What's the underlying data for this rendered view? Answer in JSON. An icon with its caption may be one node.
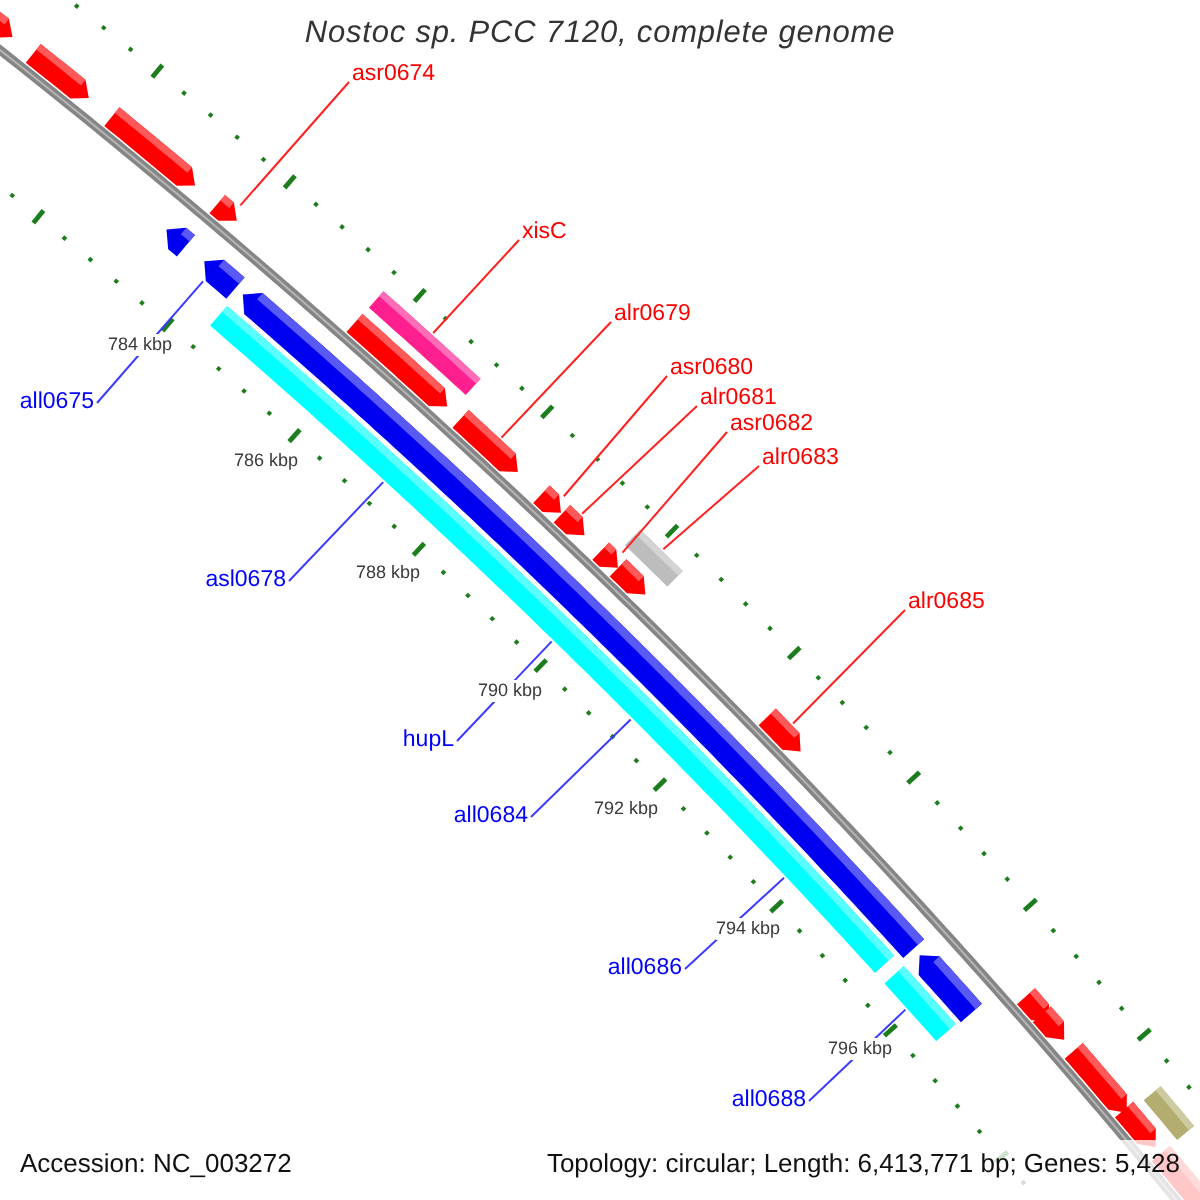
{
  "diagram": {
    "title": "Nostoc sp. PCC 7120, complete genome",
    "nodes": [
      {
        "text": [
          "asr0674"
        ]
      },
      {
        "text": [
          "xisC"
        ]
      },
      {
        "text": [
          "alr0679"
        ]
      },
      {
        "text": [
          "asr0680"
        ]
      },
      {
        "text": [
          "alr0681"
        ]
      },
      {
        "text": [
          "asr0682"
        ]
      },
      {
        "text": [
          "alr0683"
        ]
      },
      {
        "text": [
          "alr0685"
        ]
      },
      {
        "text": [
          "all0675"
        ]
      },
      {
        "text": [
          "asl0678"
        ]
      },
      {
        "text": [
          "hupL"
        ]
      },
      {
        "text": [
          "all0684"
        ]
      },
      {
        "text": [
          "all0686"
        ]
      },
      {
        "text": [
          "all0688"
        ]
      },
      {
        "text": [],
        "shape": "arrow"
      },
      {
        "text": [],
        "shape": "arrow"
      },
      {
        "text": [],
        "shape": "arrow"
      },
      {
        "text": [],
        "shape": "arrow"
      },
      {
        "text": [],
        "shape": "arrow"
      },
      {
        "text": [],
        "shape": "arrow"
      },
      {
        "text": [],
        "shape": "arrow"
      },
      {
        "text": [],
        "shape": "bar"
      },
      {
        "text": [],
        "shape": "bar"
      },
      {
        "text": [],
        "shape": "arrow"
      },
      {
        "text": [],
        "shape": "arrow"
      },
      {
        "text": [],
        "shape": "arrow"
      },
      {
        "text": [],
        "shape": "arrow"
      },
      {
        "text": [],
        "shape": "arrow"
      },
      {
        "text": [],
        "shape": "bar"
      },
      {
        "text": [],
        "shape": "arrow"
      },
      {
        "text": [],
        "shape": "arrow"
      },
      {
        "text": [],
        "shape": "bar"
      },
      {
        "text": [],
        "shape": "arrow"
      },
      {
        "text": [],
        "shape": "arrow"
      },
      {
        "text": [],
        "shape": "arrow"
      },
      {
        "text": [],
        "shape": "arrow"
      },
      {
        "text": [],
        "shape": "bar"
      },
      {
        "text": [],
        "shape": "arrow"
      },
      {
        "text": [],
        "shape": "arrow"
      }
    ],
    "edges": [
      {
        "from": 0,
        "to": 18,
        "arrow": "none"
      },
      {
        "from": 1,
        "to": 22,
        "arrow": "none"
      },
      {
        "from": 2,
        "to": 24,
        "arrow": "none"
      },
      {
        "from": 3,
        "to": 25,
        "arrow": "none"
      },
      {
        "from": 4,
        "to": 26,
        "arrow": "none"
      },
      {
        "from": 5,
        "to": 27,
        "arrow": "none"
      },
      {
        "from": 6,
        "to": 28,
        "arrow": "none"
      },
      {
        "from": 7,
        "to": 30,
        "arrow": "none"
      },
      {
        "from": 8,
        "to": 19,
        "arrow": "none",
        "color": "#3b3bff"
      },
      {
        "from": 9,
        "to": 21,
        "arrow": "none",
        "color": "#3b3bff"
      },
      {
        "from": 10,
        "to": 21,
        "arrow": "none",
        "color": "#3b3bff"
      },
      {
        "from": 11,
        "to": 21,
        "arrow": "none",
        "color": "#3b3bff"
      },
      {
        "from": 12,
        "to": 21,
        "arrow": "none",
        "color": "#3b3bff"
      },
      {
        "from": 13,
        "to": 31,
        "arrow": "none",
        "color": "#3b3bff"
      }
    ],
    "labels": [
      "784 kbp",
      "786 kbp",
      "788 kbp",
      "790 kbp",
      "792 kbp",
      "794 kbp",
      "796 kbp",
      "Accession: NC_003272",
      "Topology: circular; Length: 6,413,771 bp; Genes: 5,428"
    ]
  }
}
